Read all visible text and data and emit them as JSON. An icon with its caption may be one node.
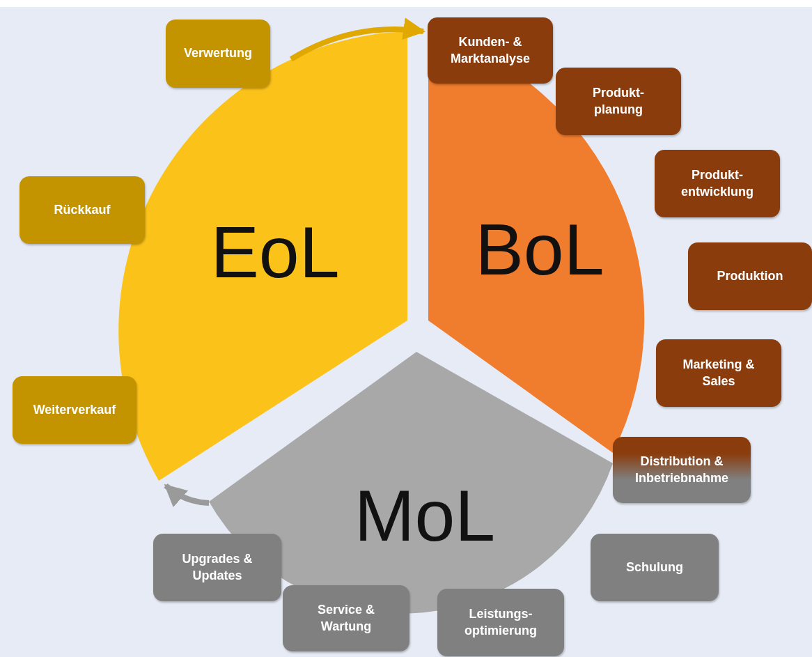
{
  "diagram": {
    "nodes": [
      {
        "text": [
          "EoL"
        ]
      },
      {
        "text": [
          "BoL"
        ]
      },
      {
        "text": [
          "MoL"
        ]
      },
      {
        "text": [
          "Verwertung"
        ]
      },
      {
        "text": [
          "Kunden- & Marktanalyse"
        ]
      },
      {
        "text": [
          "Produkt- planung"
        ]
      },
      {
        "text": [
          "Produkt- entwicklung"
        ]
      },
      {
        "text": [
          "Rückkauf"
        ]
      },
      {
        "text": [
          "Produktion"
        ]
      },
      {
        "text": [
          "Marketing & Sales"
        ]
      },
      {
        "text": [
          "Weiterverkauf"
        ]
      },
      {
        "text": [
          "Distribution & Inbetriebnahme"
        ]
      },
      {
        "text": [
          "Upgrades & Updates"
        ]
      },
      {
        "text": [
          "Schulung"
        ]
      },
      {
        "text": [
          "Service & Wartung"
        ]
      },
      {
        "text": [
          "Leistungs- optimierung"
        ]
      }
    ],
    "edges": [
      {
        "from": 0,
        "to": 1,
        "arrow": "to",
        "color": "#e0a800"
      },
      {
        "from": 2,
        "to": 0,
        "arrow": "to",
        "color": "#9a9a9a"
      }
    ]
  }
}
